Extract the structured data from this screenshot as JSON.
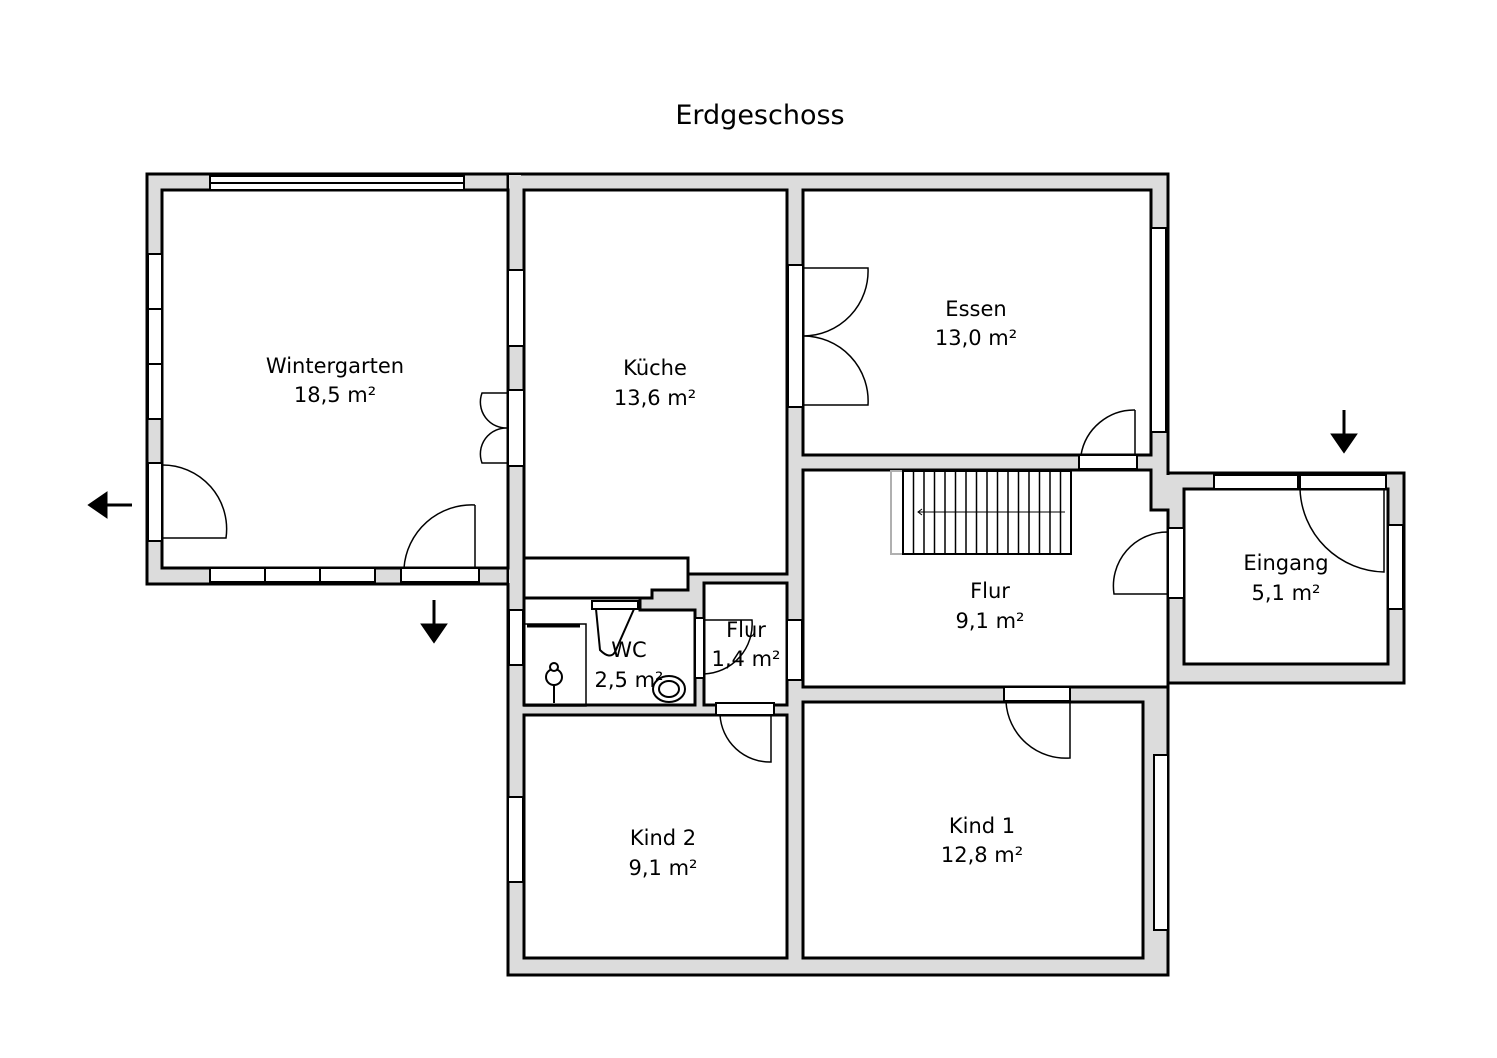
{
  "title": "Erdgeschoss",
  "colors": {
    "wall": "#dcdcdc",
    "line": "#000000",
    "stair_guide": "#b0b0b0"
  },
  "rooms": [
    {
      "id": "wintergarten",
      "name": "Wintergarten",
      "area": "18,5 m²"
    },
    {
      "id": "kueche",
      "name": "Küche",
      "area": "13,6 m²"
    },
    {
      "id": "essen",
      "name": "Essen",
      "area": "13,0 m²"
    },
    {
      "id": "flur",
      "name": "Flur",
      "area": "9,1 m²"
    },
    {
      "id": "eingang",
      "name": "Eingang",
      "area": "5,1 m²"
    },
    {
      "id": "wc",
      "name": "WC",
      "area": "2,5 m²"
    },
    {
      "id": "flur-klein",
      "name": "Flur",
      "area": "1,4 m²"
    },
    {
      "id": "kind2",
      "name": "Kind 2",
      "area": "9,1 m²"
    },
    {
      "id": "kind1",
      "name": "Kind 1",
      "area": "12,8 m²"
    }
  ],
  "icons": {
    "exit_left": "arrow-left-icon",
    "exit_down": "arrow-down-icon",
    "entry_down": "arrow-down-icon"
  }
}
